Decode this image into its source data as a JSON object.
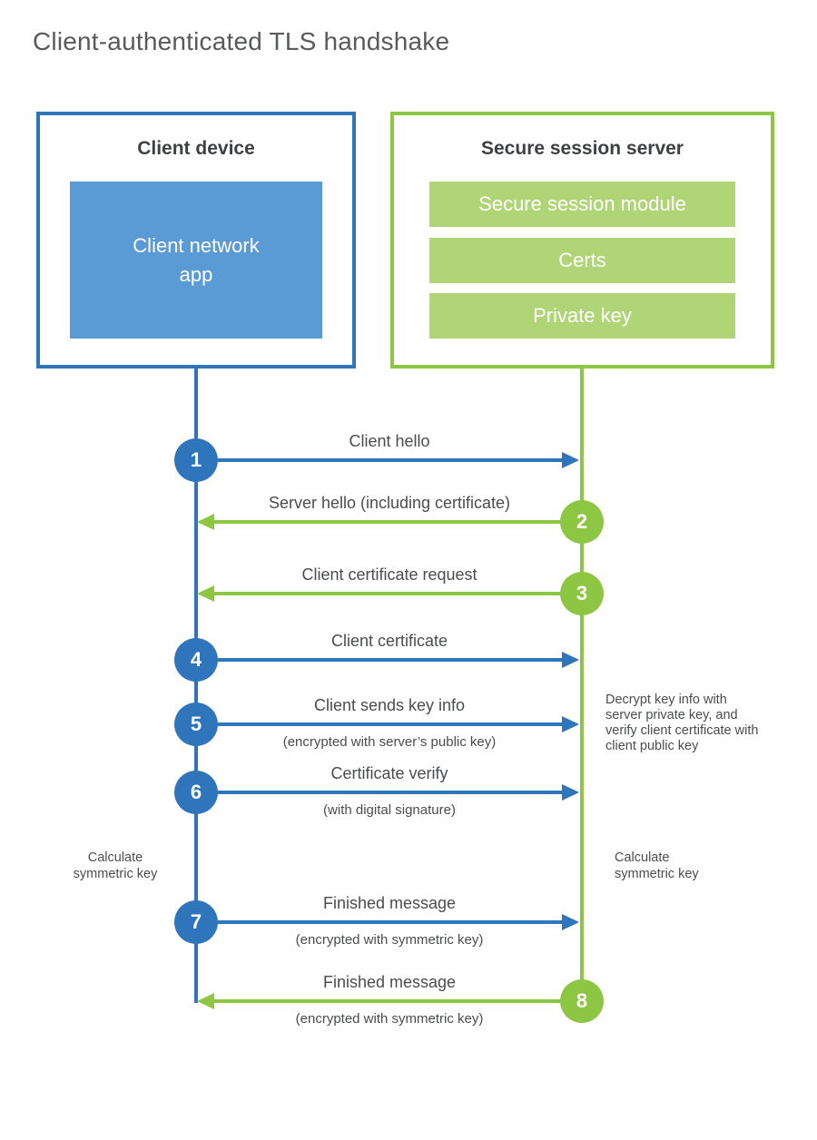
{
  "title": "Client-authenticated TLS handshake",
  "colors": {
    "blue_stroke": "#2E75BC",
    "blue_fill": "#5B9BD5",
    "green_stroke": "#8DC642",
    "green_fill": "#AFD576",
    "text": "#4B4C4E"
  },
  "client": {
    "title": "Client device",
    "module": "Client network\napp"
  },
  "server": {
    "title": "Secure session server",
    "modules": [
      "Secure session module",
      "Certs",
      "Private key"
    ]
  },
  "steps": [
    {
      "num": "1",
      "from": "client",
      "label": "Client hello"
    },
    {
      "num": "2",
      "from": "server",
      "label": "Server hello (including certificate)"
    },
    {
      "num": "3",
      "from": "server",
      "label": "Client certificate request"
    },
    {
      "num": "4",
      "from": "client",
      "label": "Client certificate"
    },
    {
      "num": "5",
      "from": "client",
      "label": "Client sends key info",
      "sublabel": "(encrypted with server’s public key)"
    },
    {
      "num": "6",
      "from": "client",
      "label": "Certificate verify",
      "sublabel": "(with digital signature)"
    },
    {
      "num": "7",
      "from": "client",
      "label": "Finished message",
      "sublabel": "(encrypted with symmetric key)"
    },
    {
      "num": "8",
      "from": "server",
      "label": "Finished message",
      "sublabel": "(encrypted with symmetric key)"
    }
  ],
  "notes": {
    "decrypt": "Decrypt key info with server private key, and verify client certificate with client public key",
    "calc_left": "Calculate\nsymmetric key",
    "calc_right": "Calculate\nsymmetric key"
  }
}
